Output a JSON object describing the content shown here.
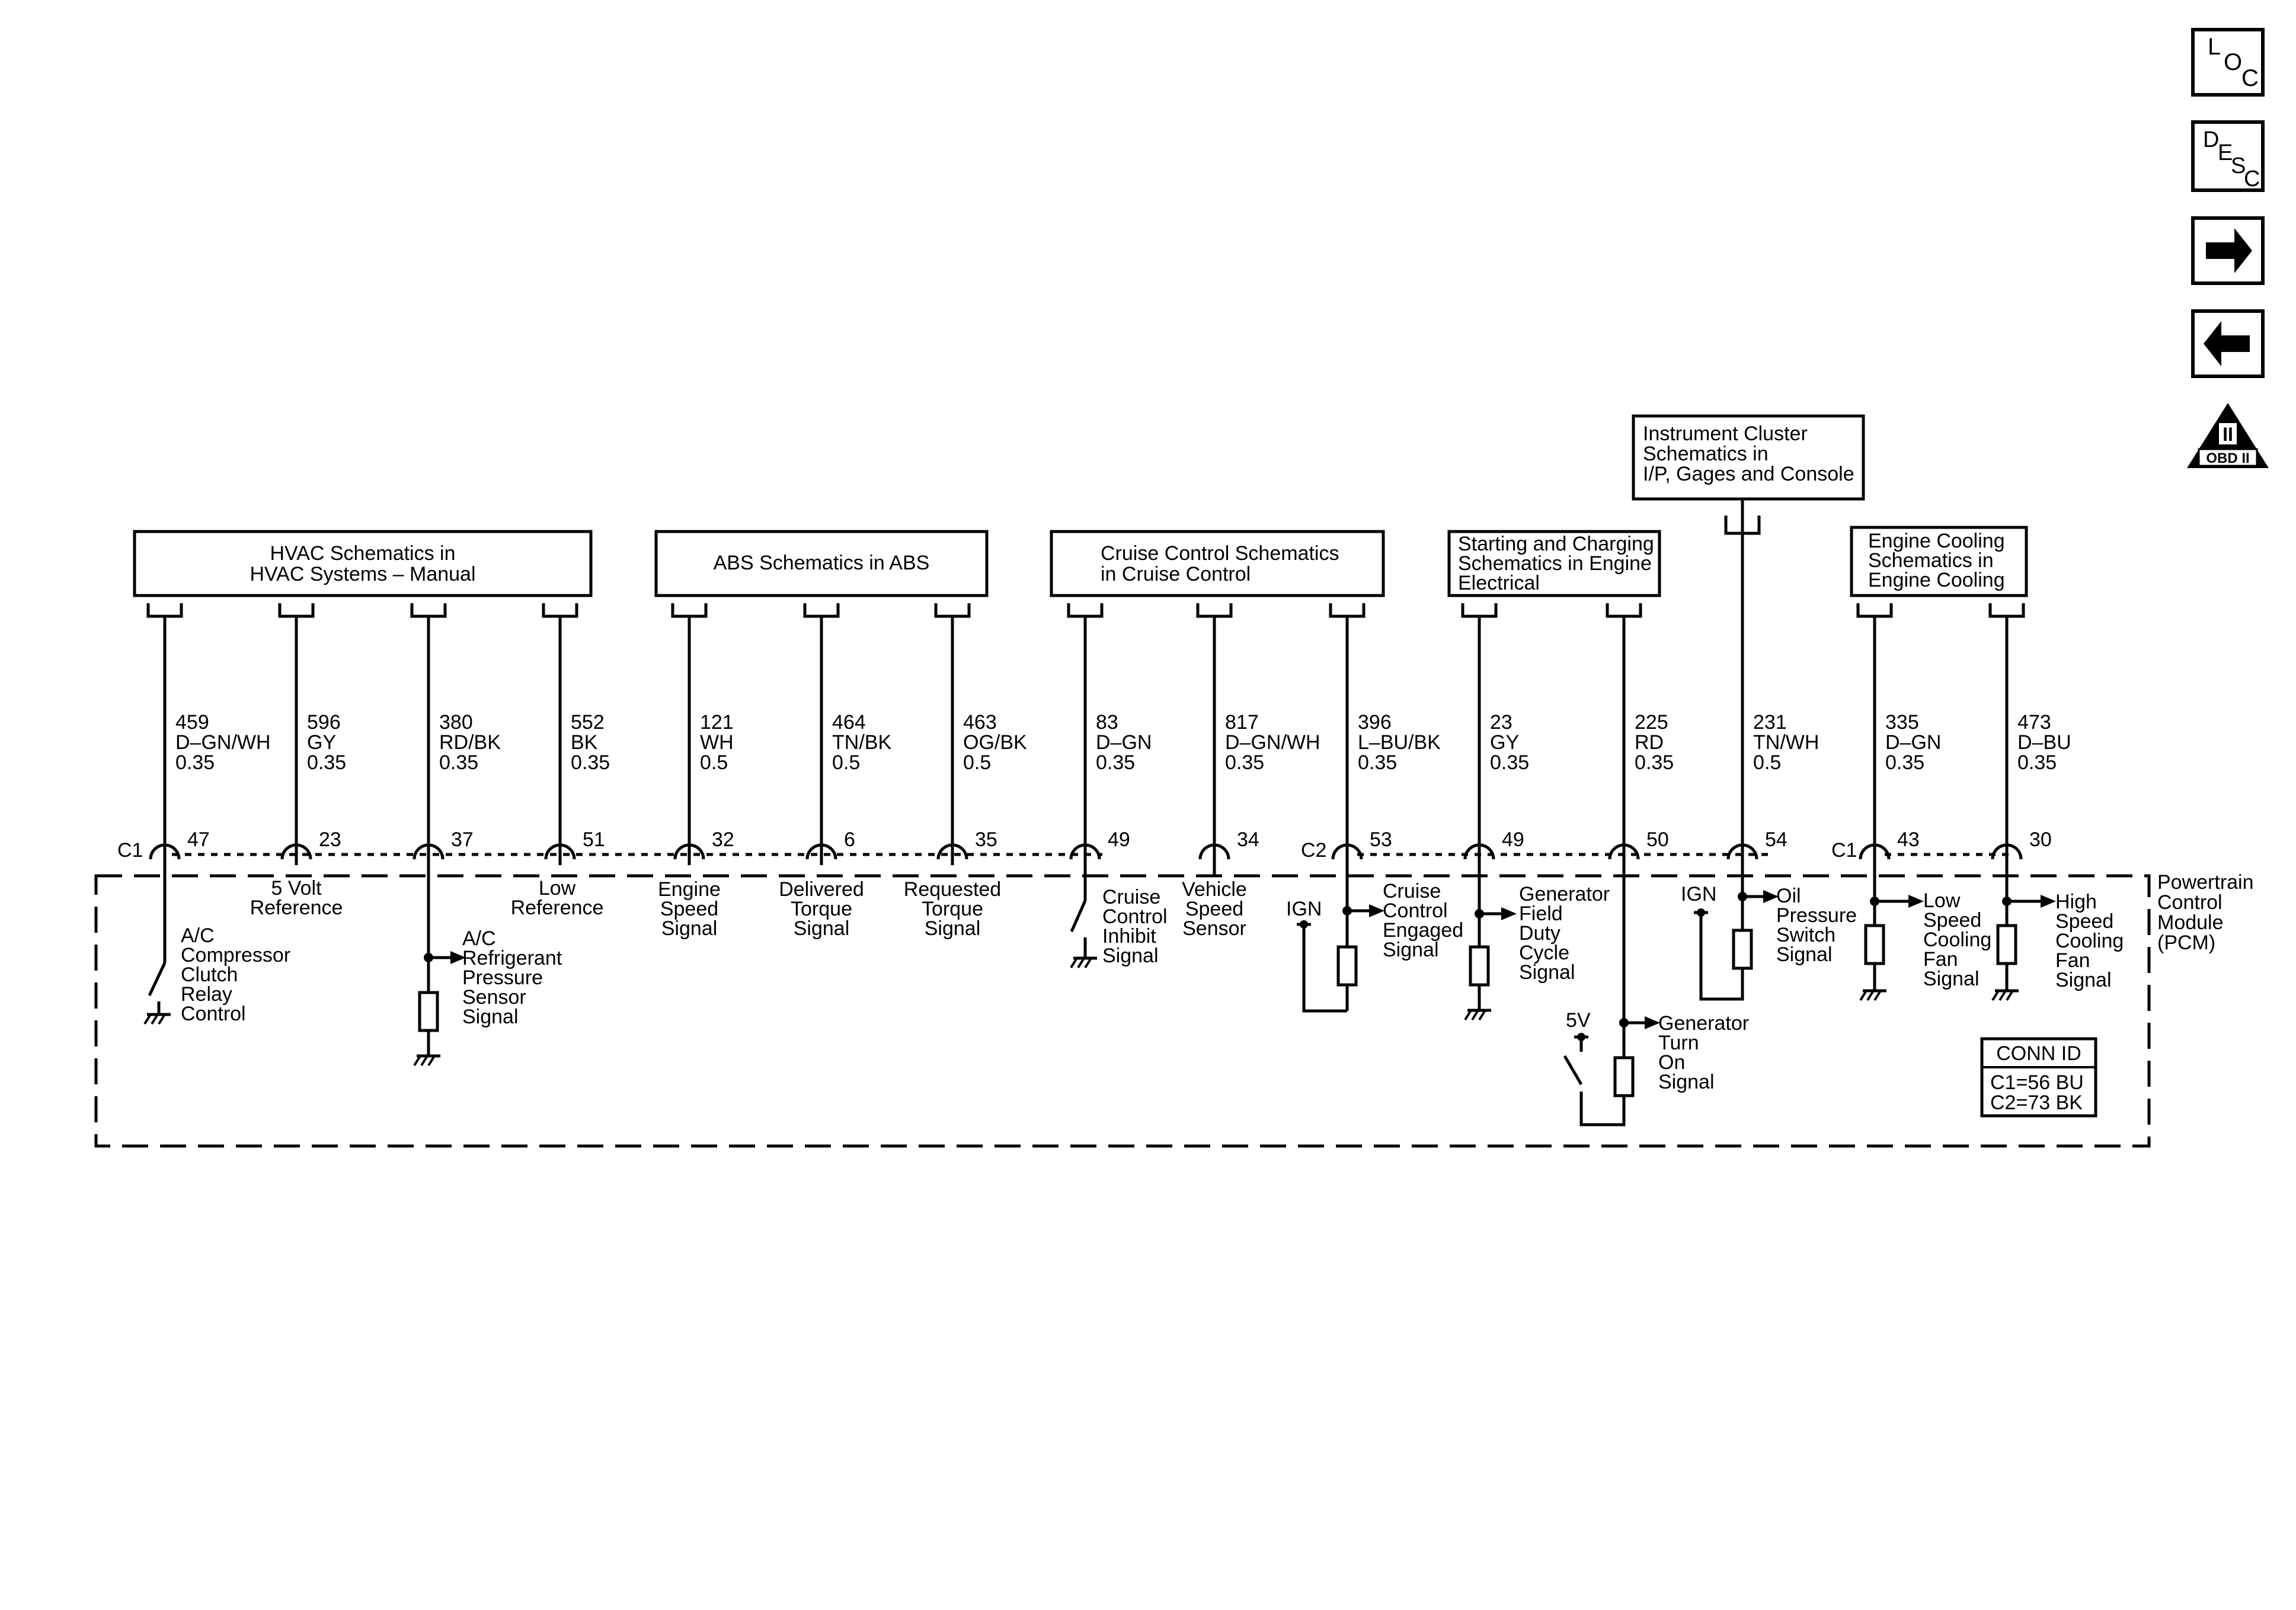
{
  "sources": {
    "hvac": [
      "HVAC Schematics in",
      "HVAC Systems – Manual"
    ],
    "abs": [
      "ABS Schematics in ABS"
    ],
    "cruise": [
      "Cruise Control Schematics",
      "in Cruise Control"
    ],
    "starting": [
      "Starting and Charging",
      "Schematics in Engine",
      "Electrical"
    ],
    "instrument": [
      "Instrument Cluster",
      "Schematics in",
      "I/P, Gages and Console"
    ],
    "cooling": [
      "Engine Cooling",
      "Schematics in",
      "Engine Cooling"
    ]
  },
  "wires": [
    {
      "circuit": "459",
      "color": "D–GN/WH",
      "gauge": "0.35",
      "pin": "47"
    },
    {
      "circuit": "596",
      "color": "GY",
      "gauge": "0.35",
      "pin": "23"
    },
    {
      "circuit": "380",
      "color": "RD/BK",
      "gauge": "0.35",
      "pin": "37"
    },
    {
      "circuit": "552",
      "color": "BK",
      "gauge": "0.35",
      "pin": "51"
    },
    {
      "circuit": "121",
      "color": "WH",
      "gauge": "0.5",
      "pin": "32"
    },
    {
      "circuit": "464",
      "color": "TN/BK",
      "gauge": "0.5",
      "pin": "6"
    },
    {
      "circuit": "463",
      "color": "OG/BK",
      "gauge": "0.5",
      "pin": "35"
    },
    {
      "circuit": "83",
      "color": "D–GN",
      "gauge": "0.35",
      "pin": "49"
    },
    {
      "circuit": "817",
      "color": "D–GN/WH",
      "gauge": "0.35",
      "pin": "34"
    },
    {
      "circuit": "396",
      "color": "L–BU/BK",
      "gauge": "0.35",
      "pin": "53"
    },
    {
      "circuit": "23",
      "color": "GY",
      "gauge": "0.35",
      "pin": "49"
    },
    {
      "circuit": "225",
      "color": "RD",
      "gauge": "0.35",
      "pin": "50"
    },
    {
      "circuit": "231",
      "color": "TN/WH",
      "gauge": "0.5",
      "pin": "54"
    },
    {
      "circuit": "335",
      "color": "D–GN",
      "gauge": "0.35",
      "pin": "43"
    },
    {
      "circuit": "473",
      "color": "D–BU",
      "gauge": "0.35",
      "pin": "30"
    }
  ],
  "connectors": {
    "c1": "C1",
    "c2": "C2",
    "c1b": "C1"
  },
  "signals": {
    "ac_clutch": [
      "A/C",
      "Compressor",
      "Clutch",
      "Relay",
      "Control"
    ],
    "five_volt": [
      "5 Volt",
      "Reference"
    ],
    "ac_pressure": [
      "A/C",
      "Refrigerant",
      "Pressure",
      "Sensor",
      "Signal"
    ],
    "low_ref": [
      "Low",
      "Reference"
    ],
    "engine_speed": [
      "Engine",
      "Speed",
      "Signal"
    ],
    "delivered": [
      "Delivered",
      "Torque",
      "Signal"
    ],
    "requested": [
      "Requested",
      "Torque",
      "Signal"
    ],
    "cruise_inhibit": [
      "Cruise",
      "Control",
      "Inhibit",
      "Signal"
    ],
    "vss": [
      "Vehicle",
      "Speed",
      "Sensor"
    ],
    "cruise_engaged": [
      "Cruise",
      "Control",
      "Engaged",
      "Signal"
    ],
    "gen_field": [
      "Generator",
      "Field",
      "Duty",
      "Cycle",
      "Signal"
    ],
    "gen_turn_on": [
      "Generator",
      "Turn",
      "On",
      "Signal"
    ],
    "oil_pressure": [
      "Oil",
      "Pressure",
      "Switch",
      "Signal"
    ],
    "low_fan": [
      "Low",
      "Speed",
      "Cooling",
      "Fan",
      "Signal"
    ],
    "high_fan": [
      "High",
      "Speed",
      "Cooling",
      "Fan",
      "Signal"
    ],
    "ign1": "IGN",
    "ign2": "IGN",
    "five_v": "5V"
  },
  "module": [
    "Powertrain",
    "Control",
    "Module",
    "(PCM)"
  ],
  "conn_id": {
    "title": "CONN ID",
    "lines": [
      "C1=56 BU",
      "C2=73 BK"
    ]
  },
  "nav": {
    "loc": [
      "L",
      "O",
      "C"
    ],
    "desc": [
      "D",
      "E",
      "S",
      "C"
    ],
    "obd": "OBD II",
    "obd_numeral": "II"
  },
  "colors": {
    "ink": "#000000",
    "paper": "#ffffff"
  }
}
